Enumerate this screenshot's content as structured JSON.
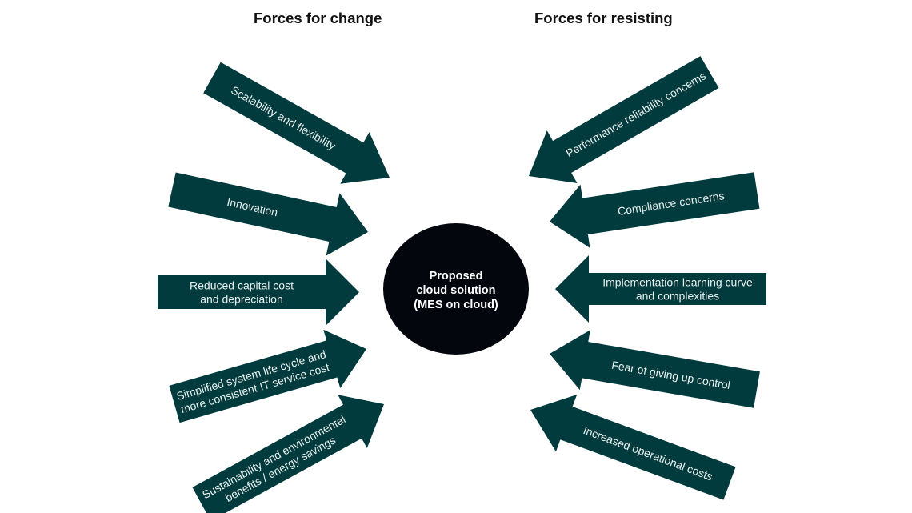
{
  "headings": {
    "left": "Forces for change",
    "right": "Forces for resisting"
  },
  "center": {
    "lines": [
      "Proposed",
      "cloud solution",
      "(MES on cloud)"
    ]
  },
  "colors": {
    "arrow": "#023b3d",
    "arrow_text": "#e9f0ef",
    "center_circle": "#03070d"
  },
  "forces_for_change": [
    {
      "lines": [
        "Scalability and flexibility"
      ]
    },
    {
      "lines": [
        "Innovation"
      ]
    },
    {
      "lines": [
        "Reduced capital cost",
        "and depreciation"
      ]
    },
    {
      "lines": [
        "Simplified system life cycle and",
        "more consistent IT service cost"
      ]
    },
    {
      "lines": [
        "Sustainability and environmental",
        "benefits / energy savings"
      ]
    }
  ],
  "forces_for_resisting": [
    {
      "lines": [
        "Performance reliability concerns"
      ]
    },
    {
      "lines": [
        "Compliance concerns"
      ]
    },
    {
      "lines": [
        "Implementation learning curve",
        "and complexities"
      ]
    },
    {
      "lines": [
        "Fear of giving up control"
      ]
    },
    {
      "lines": [
        "Increased operational costs"
      ]
    }
  ]
}
